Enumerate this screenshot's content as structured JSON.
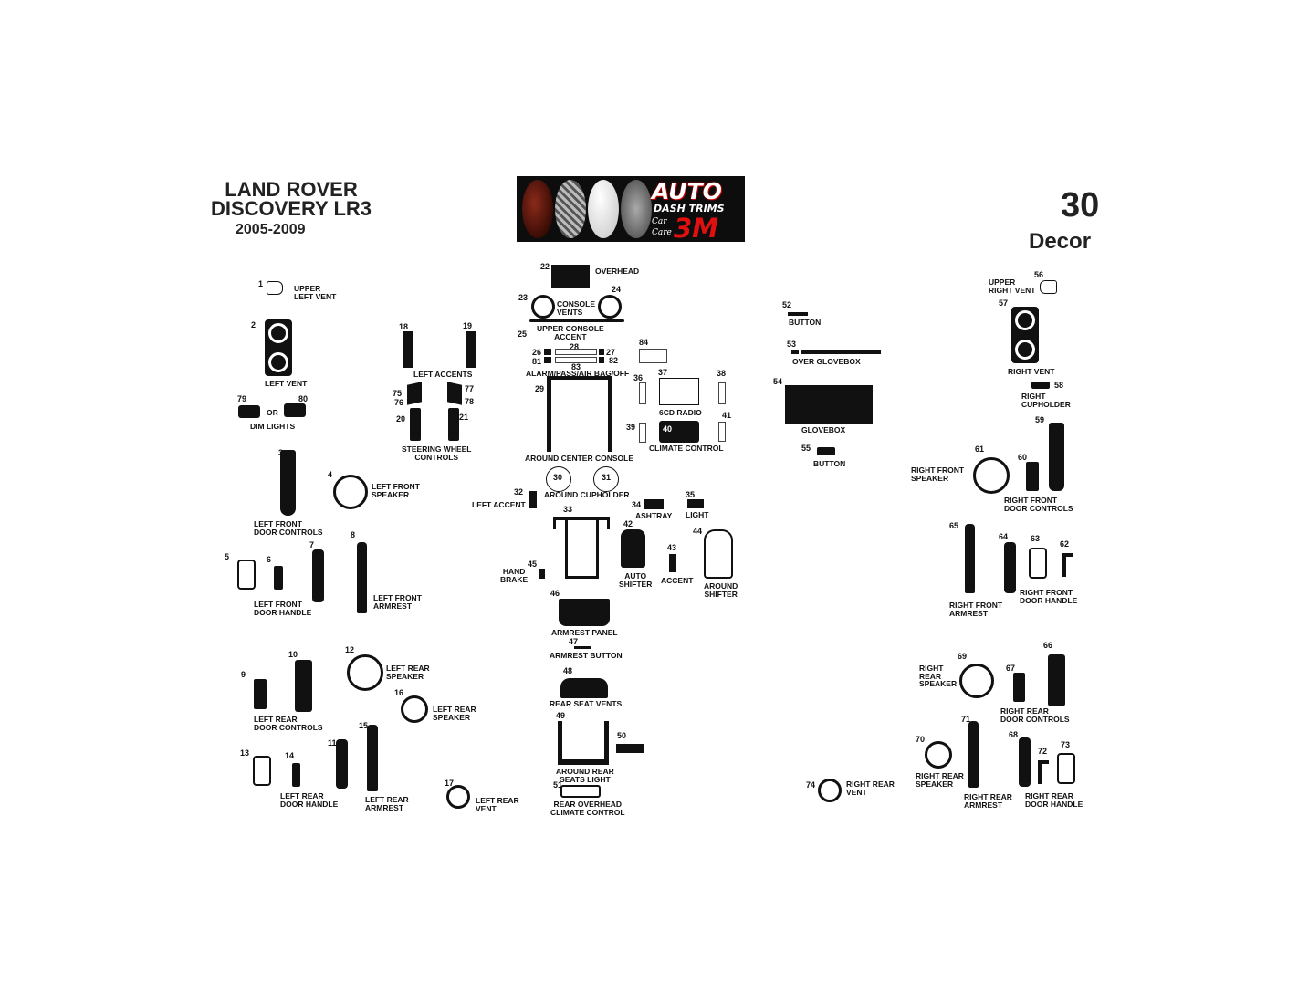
{
  "title": {
    "make": "LAND ROVER",
    "model": "DISCOVERY LR3",
    "years": "2005-2009"
  },
  "badge": {
    "number": "30",
    "style": "Decor"
  },
  "logo": {
    "word1": "AUTO",
    "word2": "DASH TRIMS",
    "car": "Car",
    "care": "Care",
    "brand": "3M"
  },
  "parts": [
    {
      "n": "1",
      "label": "UPPER\nLEFT VENT"
    },
    {
      "n": "2",
      "label": "LEFT VENT"
    },
    {
      "n": "3",
      "label": "LEFT FRONT\nDOOR CONTROLS"
    },
    {
      "n": "4",
      "label": "LEFT FRONT\nSPEAKER"
    },
    {
      "n": "5",
      "label": ""
    },
    {
      "n": "6",
      "label": "LEFT FRONT\nDOOR HANDLE"
    },
    {
      "n": "7",
      "label": ""
    },
    {
      "n": "8",
      "label": "LEFT FRONT\nARMREST"
    },
    {
      "n": "9",
      "label": ""
    },
    {
      "n": "10",
      "label": "LEFT REAR\nDOOR CONTROLS"
    },
    {
      "n": "11",
      "label": ""
    },
    {
      "n": "12",
      "label": "LEFT REAR\nSPEAKER"
    },
    {
      "n": "13",
      "label": ""
    },
    {
      "n": "14",
      "label": "LEFT REAR\nDOOR HANDLE"
    },
    {
      "n": "15",
      "label": "LEFT REAR\nARMREST"
    },
    {
      "n": "16",
      "label": "LEFT REAR\nSPEAKER"
    },
    {
      "n": "17",
      "label": "LEFT REAR\nVENT"
    },
    {
      "n": "18",
      "label": ""
    },
    {
      "n": "19",
      "label": "LEFT ACCENTS"
    },
    {
      "n": "20",
      "label": ""
    },
    {
      "n": "21",
      "label": "STEERING WHEEL\nCONTROLS"
    },
    {
      "n": "22",
      "label": "OVERHEAD"
    },
    {
      "n": "23",
      "label": ""
    },
    {
      "n": "24",
      "label": "CONSOLE\nVENTS"
    },
    {
      "n": "25",
      "label": "UPPER CONSOLE\nACCENT"
    },
    {
      "n": "26",
      "label": ""
    },
    {
      "n": "27",
      "label": ""
    },
    {
      "n": "28",
      "label": ""
    },
    {
      "n": "29",
      "label": "AROUND CENTER CONSOLE"
    },
    {
      "n": "30",
      "label": ""
    },
    {
      "n": "31",
      "label": "AROUND CUPHOLDER"
    },
    {
      "n": "32",
      "label": "LEFT ACCENT"
    },
    {
      "n": "33",
      "label": ""
    },
    {
      "n": "34",
      "label": "ASHTRAY"
    },
    {
      "n": "35",
      "label": "LIGHT"
    },
    {
      "n": "36",
      "label": ""
    },
    {
      "n": "37",
      "label": "6CD RADIO"
    },
    {
      "n": "38",
      "label": ""
    },
    {
      "n": "39",
      "label": ""
    },
    {
      "n": "40",
      "label": "CLIMATE CONTROL"
    },
    {
      "n": "41",
      "label": ""
    },
    {
      "n": "42",
      "label": "AUTO\nSHIFTER"
    },
    {
      "n": "43",
      "label": "ACCENT"
    },
    {
      "n": "44",
      "label": "AROUND\nSHIFTER"
    },
    {
      "n": "45",
      "label": "HAND\nBRAKE"
    },
    {
      "n": "46",
      "label": "ARMREST PANEL"
    },
    {
      "n": "47",
      "label": "ARMREST BUTTON"
    },
    {
      "n": "48",
      "label": "REAR SEAT VENTS"
    },
    {
      "n": "49",
      "label": "AROUND REAR\nSEATS LIGHT"
    },
    {
      "n": "50",
      "label": ""
    },
    {
      "n": "51",
      "label": "REAR OVERHEAD\nCLIMATE CONTROL"
    },
    {
      "n": "52",
      "label": "BUTTON"
    },
    {
      "n": "53",
      "label": "OVER GLOVEBOX"
    },
    {
      "n": "54",
      "label": "GLOVEBOX"
    },
    {
      "n": "55",
      "label": "BUTTON"
    },
    {
      "n": "56",
      "label": "UPPER\nRIGHT VENT"
    },
    {
      "n": "57",
      "label": "RIGHT VENT"
    },
    {
      "n": "58",
      "label": "RIGHT\nCUPHOLDER"
    },
    {
      "n": "59",
      "label": ""
    },
    {
      "n": "60",
      "label": "RIGHT FRONT\nDOOR CONTROLS"
    },
    {
      "n": "61",
      "label": "RIGHT FRONT\nSPEAKER"
    },
    {
      "n": "62",
      "label": ""
    },
    {
      "n": "63",
      "label": "RIGHT FRONT\nDOOR HANDLE"
    },
    {
      "n": "64",
      "label": ""
    },
    {
      "n": "65",
      "label": "RIGHT FRONT\nARMREST"
    },
    {
      "n": "66",
      "label": ""
    },
    {
      "n": "67",
      "label": "RIGHT REAR\nDOOR CONTROLS"
    },
    {
      "n": "68",
      "label": ""
    },
    {
      "n": "69",
      "label": "RIGHT\nREAR\nSPEAKER"
    },
    {
      "n": "70",
      "label": "RIGHT REAR\nSPEAKER"
    },
    {
      "n": "71",
      "label": "RIGHT REAR\nARMREST"
    },
    {
      "n": "72",
      "label": ""
    },
    {
      "n": "73",
      "label": "RIGHT REAR\nDOOR HANDLE"
    },
    {
      "n": "74",
      "label": "RIGHT REAR\nVENT"
    },
    {
      "n": "75",
      "label": ""
    },
    {
      "n": "76",
      "label": ""
    },
    {
      "n": "77",
      "label": ""
    },
    {
      "n": "78",
      "label": ""
    },
    {
      "n": "79",
      "label": ""
    },
    {
      "n": "80",
      "label": "DIM LIGHTS"
    },
    {
      "n": "81",
      "label": ""
    },
    {
      "n": "82",
      "label": ""
    },
    {
      "n": "83",
      "label": "ALARM/PASS/AIR BAG/OFF"
    },
    {
      "n": "84",
      "label": ""
    }
  ],
  "extra_labels": {
    "or": "OR"
  }
}
